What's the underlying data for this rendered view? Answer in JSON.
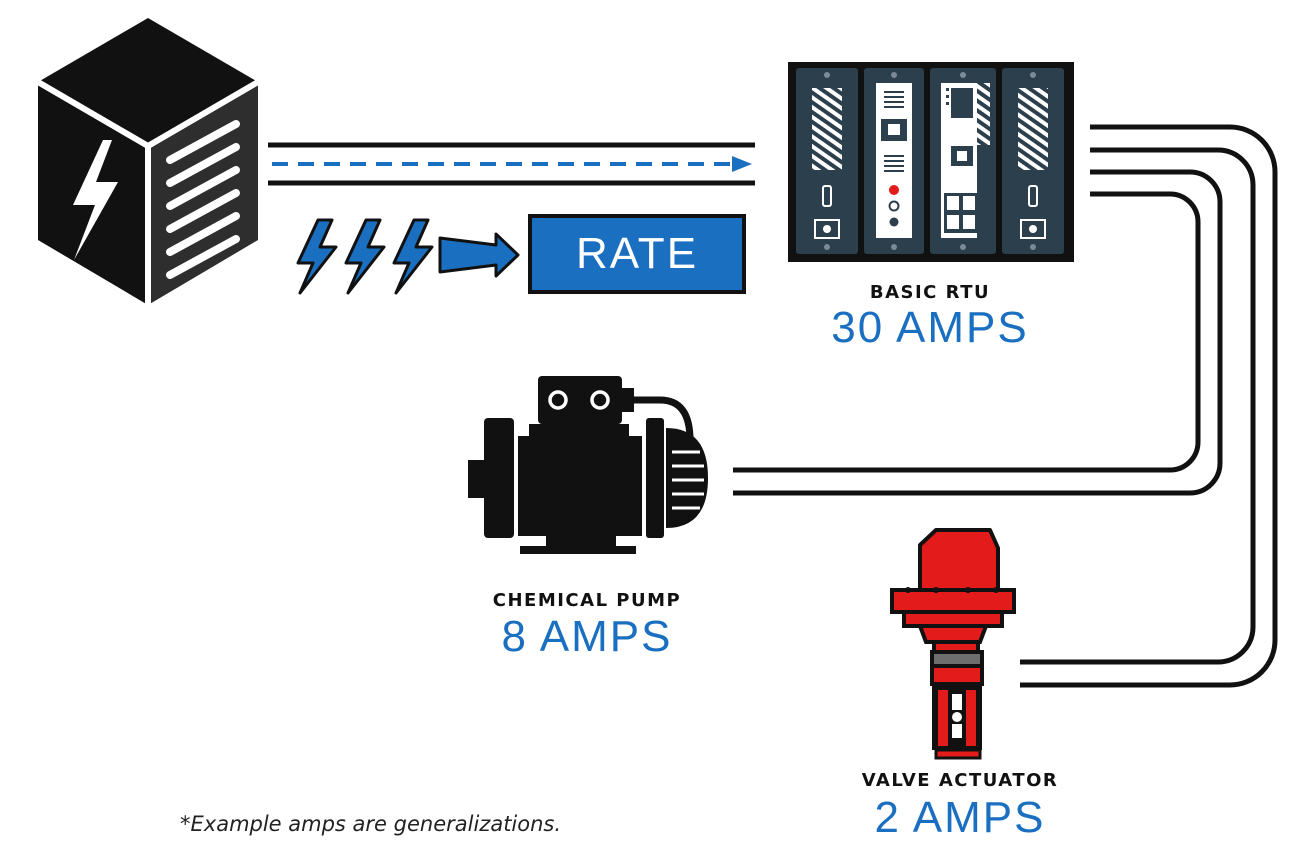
{
  "rate_label": "RATE",
  "rtu": {
    "title": "BASIC RTU",
    "amps": "30 AMPS"
  },
  "pump": {
    "title": "CHEMICAL PUMP",
    "amps": "8 AMPS"
  },
  "valve": {
    "title": "VALVE ACTUATOR",
    "amps": "2 AMPS"
  },
  "footnote": "*Example amps are generalizations.",
  "colors": {
    "accent_blue": "#1b6fc0",
    "dark": "#111111",
    "cube_side": "#2e2e2e",
    "rtu_panel": "#2c3f4c",
    "valve_red": "#e31b1b"
  },
  "icons": [
    "power-supply-cube-icon",
    "lightning-bolt-icon",
    "arrow-icon",
    "rtu-rack-icon",
    "motor-pump-icon",
    "valve-actuator-icon"
  ]
}
